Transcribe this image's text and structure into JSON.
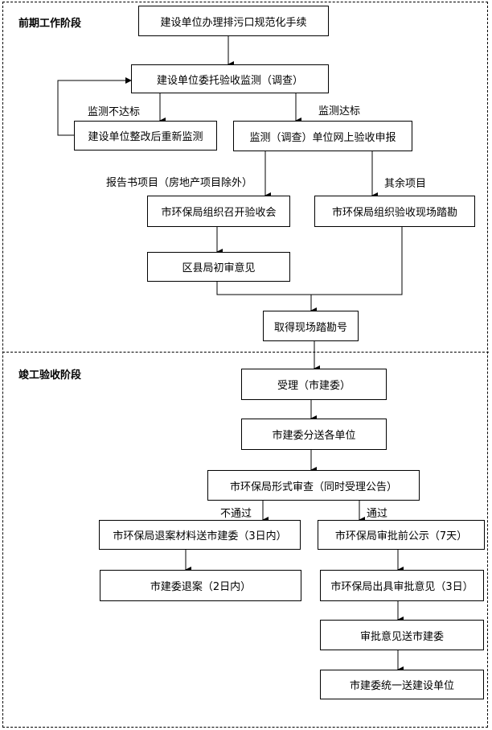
{
  "stages": {
    "pre": "前期工作阶段",
    "completion": "竣工验收阶段"
  },
  "boxes": {
    "b1": "建设单位办理排污口规范化手续",
    "b2": "建设单位委托验收监测（调查）",
    "b3": "建设单位整改后重新监测",
    "b4": "监测（调查）单位网上验收申报",
    "b5": "市环保局组织召开验收会",
    "b6": "市环保局组织验收现场踏勘",
    "b7": "区县局初审意见",
    "b8": "取得现场踏勘号",
    "b9": "受理（市建委）",
    "b10": "市建委分送各单位",
    "b11": "市环保局形式审查（同时受理公告）",
    "b12": "市环保局退案材料送市建委（3日内）",
    "b13": "市环保局审批前公示（7天）",
    "b14": "市建委退案（2日内）",
    "b15": "市环保局出具审批意见（3日）",
    "b16": "审批意见送市建委",
    "b17": "市建委统一送建设单位"
  },
  "labels": {
    "fail": "监测不达标",
    "pass": "监测达标",
    "report": "报告书项目（房地产项目除外）",
    "other": "其余项目",
    "not_passed": "不通过",
    "passed": "通过"
  }
}
